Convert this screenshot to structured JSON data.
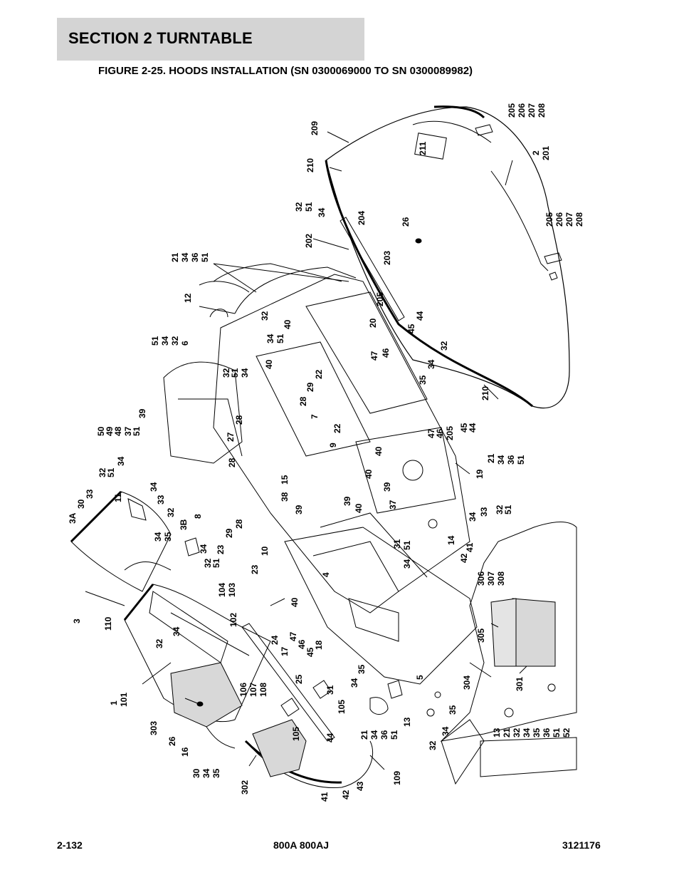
{
  "header": {
    "section_title": "SECTION 2   TURNTABLE",
    "figure_title": "FIGURE 2-25. HOODS INSTALLATION (SN 0300069000 TO SN 0300089982)"
  },
  "footer": {
    "page_number": "2-132",
    "model": "800A 800AJ",
    "document_number": "3121176"
  },
  "callouts": {
    "c209": "209",
    "c210a": "210",
    "c211": "211",
    "c205a": "205",
    "c206a": "206",
    "c207a": "207",
    "c208a": "208",
    "c2": "2",
    "c201": "201",
    "c205b": "205",
    "c206b": "206",
    "c207b": "207",
    "c208b": "208",
    "c26a": "26",
    "c203": "203",
    "c204": "204",
    "c202": "202",
    "c32a": "32",
    "c51a": "51",
    "c34a": "34",
    "c21a": "21",
    "c34b": "34",
    "c36a": "36",
    "c51b": "51",
    "c12": "12",
    "c32b": "32",
    "c51c": "51",
    "c34c": "34",
    "c32c": "32",
    "c6": "6",
    "c34d": "34",
    "c51d": "51",
    "c40a": "40",
    "c20": "20",
    "c45a": "45",
    "c44a": "44",
    "c47a": "47",
    "c46a": "46",
    "c35a": "35",
    "c34e": "34",
    "c32d": "32",
    "c205c": "205",
    "c210b": "210",
    "c32e": "32",
    "c51e": "51",
    "c34f": "34",
    "c40b": "40",
    "c22a": "22",
    "c28a": "28",
    "c29a": "29",
    "c7": "7",
    "c22b": "22",
    "c9": "9",
    "c40c": "40",
    "c39a": "39",
    "c50": "50",
    "c49": "49",
    "c48": "48",
    "c37a": "37",
    "c51f": "51",
    "c27": "27",
    "c28b": "28",
    "c47b": "47",
    "c46b": "46",
    "c205d": "205",
    "c45b": "45",
    "c44b": "44",
    "c32f": "32",
    "c51g": "51",
    "c34g": "34",
    "c28c": "28",
    "c15": "15",
    "c40d": "40",
    "c39b": "39",
    "c21b": "21",
    "c34h": "34",
    "c36b": "36",
    "c51h": "51",
    "c19": "19",
    "c3a": "3A",
    "c30a": "30",
    "c33a": "33",
    "c11": "11",
    "c34i": "34",
    "c33b": "33",
    "c32g": "32",
    "c38": "38",
    "c39c": "39",
    "c40e": "40",
    "c37b": "37",
    "c34j": "34",
    "c33c": "33",
    "c32h": "32",
    "c51i": "51",
    "c3b": "3B",
    "c8": "8",
    "c29b": "29",
    "c28d": "28",
    "c34k": "34",
    "c35b": "35",
    "c34l": "34",
    "c23a": "23",
    "c32i": "32",
    "c51j": "51",
    "c10": "10",
    "c14": "14",
    "c31a": "31",
    "c51k": "51",
    "c34m": "34",
    "c42a": "42",
    "c41a": "41",
    "c3": "3",
    "c104": "104",
    "c103": "103",
    "c23b": "23",
    "c4": "4",
    "c40f": "40",
    "c306": "306",
    "c307": "307",
    "c308": "308",
    "c110": "110",
    "c102": "102",
    "c32j": "32",
    "c34n": "34",
    "c24": "24",
    "c47c": "47",
    "c46c": "46",
    "c45c": "45",
    "c17": "17",
    "c18": "18",
    "c35c": "35",
    "c5": "5",
    "c305": "305",
    "c1": "1",
    "c101": "101",
    "c303": "303",
    "c106": "106",
    "c107": "107",
    "c108": "108",
    "c25": "25",
    "c31b": "31",
    "c34o": "34",
    "c304": "304",
    "c301": "301",
    "c26b": "26",
    "c105a": "105",
    "c105b": "105",
    "c21c": "21",
    "c34p": "34",
    "c36c": "36",
    "c51l": "51",
    "c13a": "13",
    "c35d": "35",
    "c34q": "34",
    "c32k": "32",
    "c16": "16",
    "c30b": "30",
    "c34r": "34",
    "c35e": "35",
    "c302": "302",
    "c41b": "41",
    "c42b": "42",
    "c43": "43",
    "c44c": "44",
    "c109": "109",
    "c13b": "13",
    "c21d": "21",
    "c32l": "32",
    "c34s": "34",
    "c35f": "35",
    "c36d": "36",
    "c51m": "51",
    "c52": "52"
  }
}
